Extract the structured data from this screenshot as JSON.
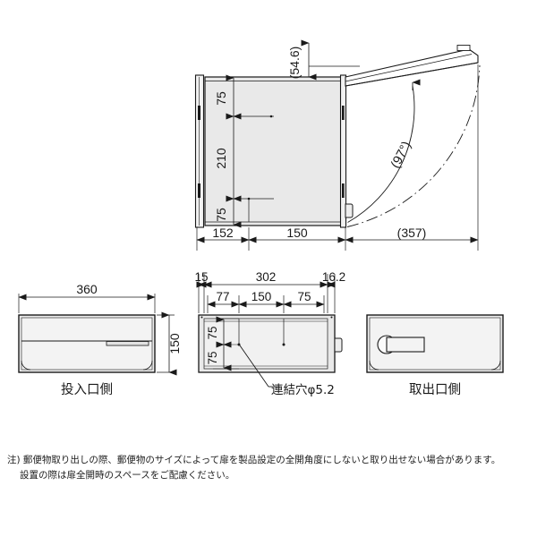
{
  "drawing": {
    "title": "",
    "units": "mm",
    "colors": {
      "line": "#1a1a1a",
      "fill_body": "#e9e9e9",
      "fill_light": "#f2f2f2",
      "fill_panel": "#dedede",
      "text": "#1a1a1a"
    }
  },
  "views": {
    "side_view": {
      "name": "side-section-view",
      "dimensions": {
        "top_offset": "(54.6)",
        "depth_front": "152",
        "depth_rear": "150",
        "door_swing_extent": "(357)",
        "door_angle": "(97°)",
        "hole_top": "75",
        "hole_pitch": "210",
        "hole_bottom": "75"
      }
    },
    "front_view": {
      "name": "insertion-side-view",
      "label": "投入口側",
      "dimensions": {
        "width": "360",
        "height": "150"
      }
    },
    "plan_view": {
      "name": "plan-view",
      "dimensions": {
        "left_margin": "15",
        "body_width": "302",
        "right_margin": "16.2",
        "inner_left": "77",
        "inner_mid": "150",
        "inner_right": "75",
        "vert_upper": "75",
        "vert_lower": "75"
      },
      "callout": "連結穴φ5.2"
    },
    "rear_view": {
      "name": "retrieval-side-view",
      "label": "取出口側"
    }
  },
  "footnote": {
    "line1": "注) 郵便物取り出しの際、郵便物のサイズによって扉を製品設定の全開角度にしないと取り出せない場合があります。",
    "line2": "設置の際は扉全開時のスペースをご配慮ください。"
  }
}
